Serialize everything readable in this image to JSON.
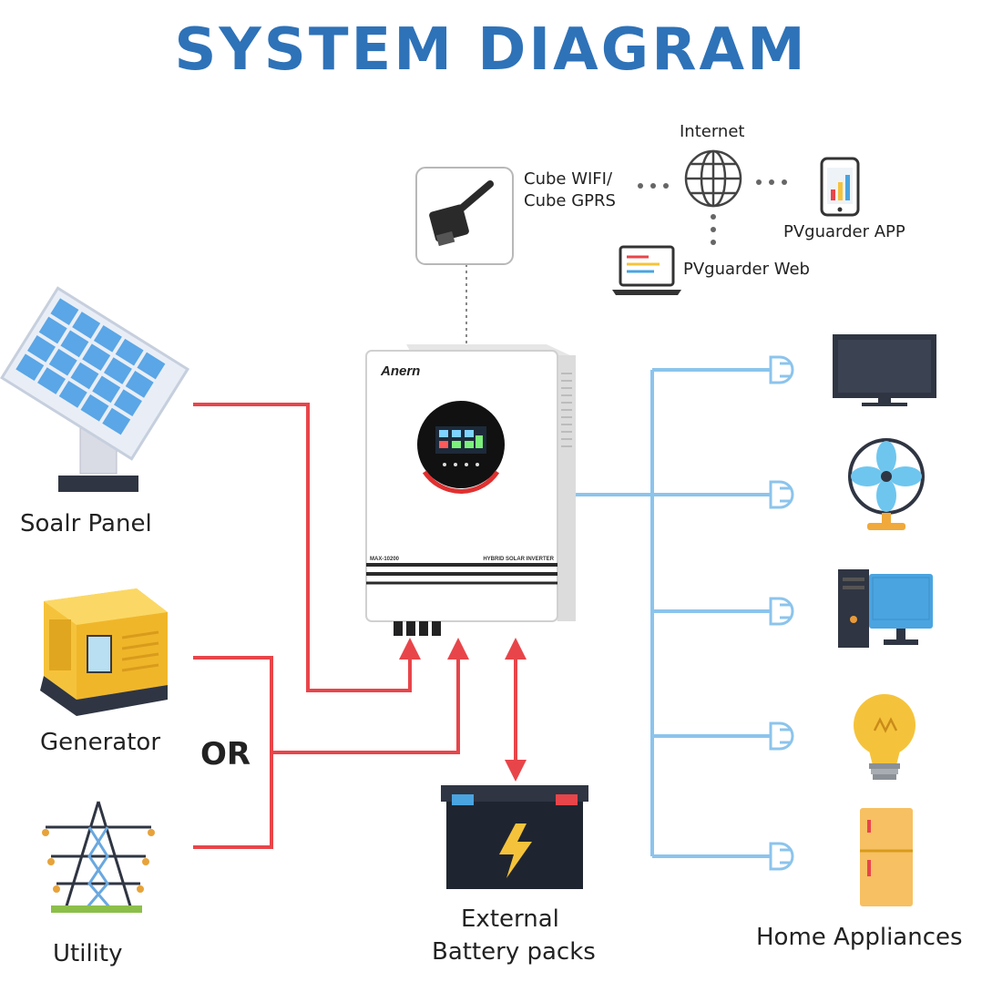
{
  "title": "SYSTEM DIAGRAM",
  "sources": {
    "solar_panel": "Soalr Panel",
    "generator": "Generator",
    "utility": "Utility",
    "or_label": "OR"
  },
  "monitoring": {
    "module": "Cube WIFI/",
    "module_line2": "Cube  GPRS",
    "internet": "Internet",
    "app": "PVguarder APP",
    "web": "PVguarder Web"
  },
  "inverter": {
    "brand": "Anern",
    "model": "MAX-10200",
    "type": "HYBRID SOLAR INVERTER"
  },
  "battery": {
    "line1": "External",
    "line2": "Battery packs"
  },
  "loads": {
    "label": "Home Appliances",
    "items": [
      "tv",
      "fan",
      "computer",
      "light-bulb",
      "refrigerator"
    ]
  },
  "colors": {
    "title": "#2e72b8",
    "input_line": "#e8454a",
    "output_line": "#8cc4ec",
    "dotted_link": "#888888"
  }
}
